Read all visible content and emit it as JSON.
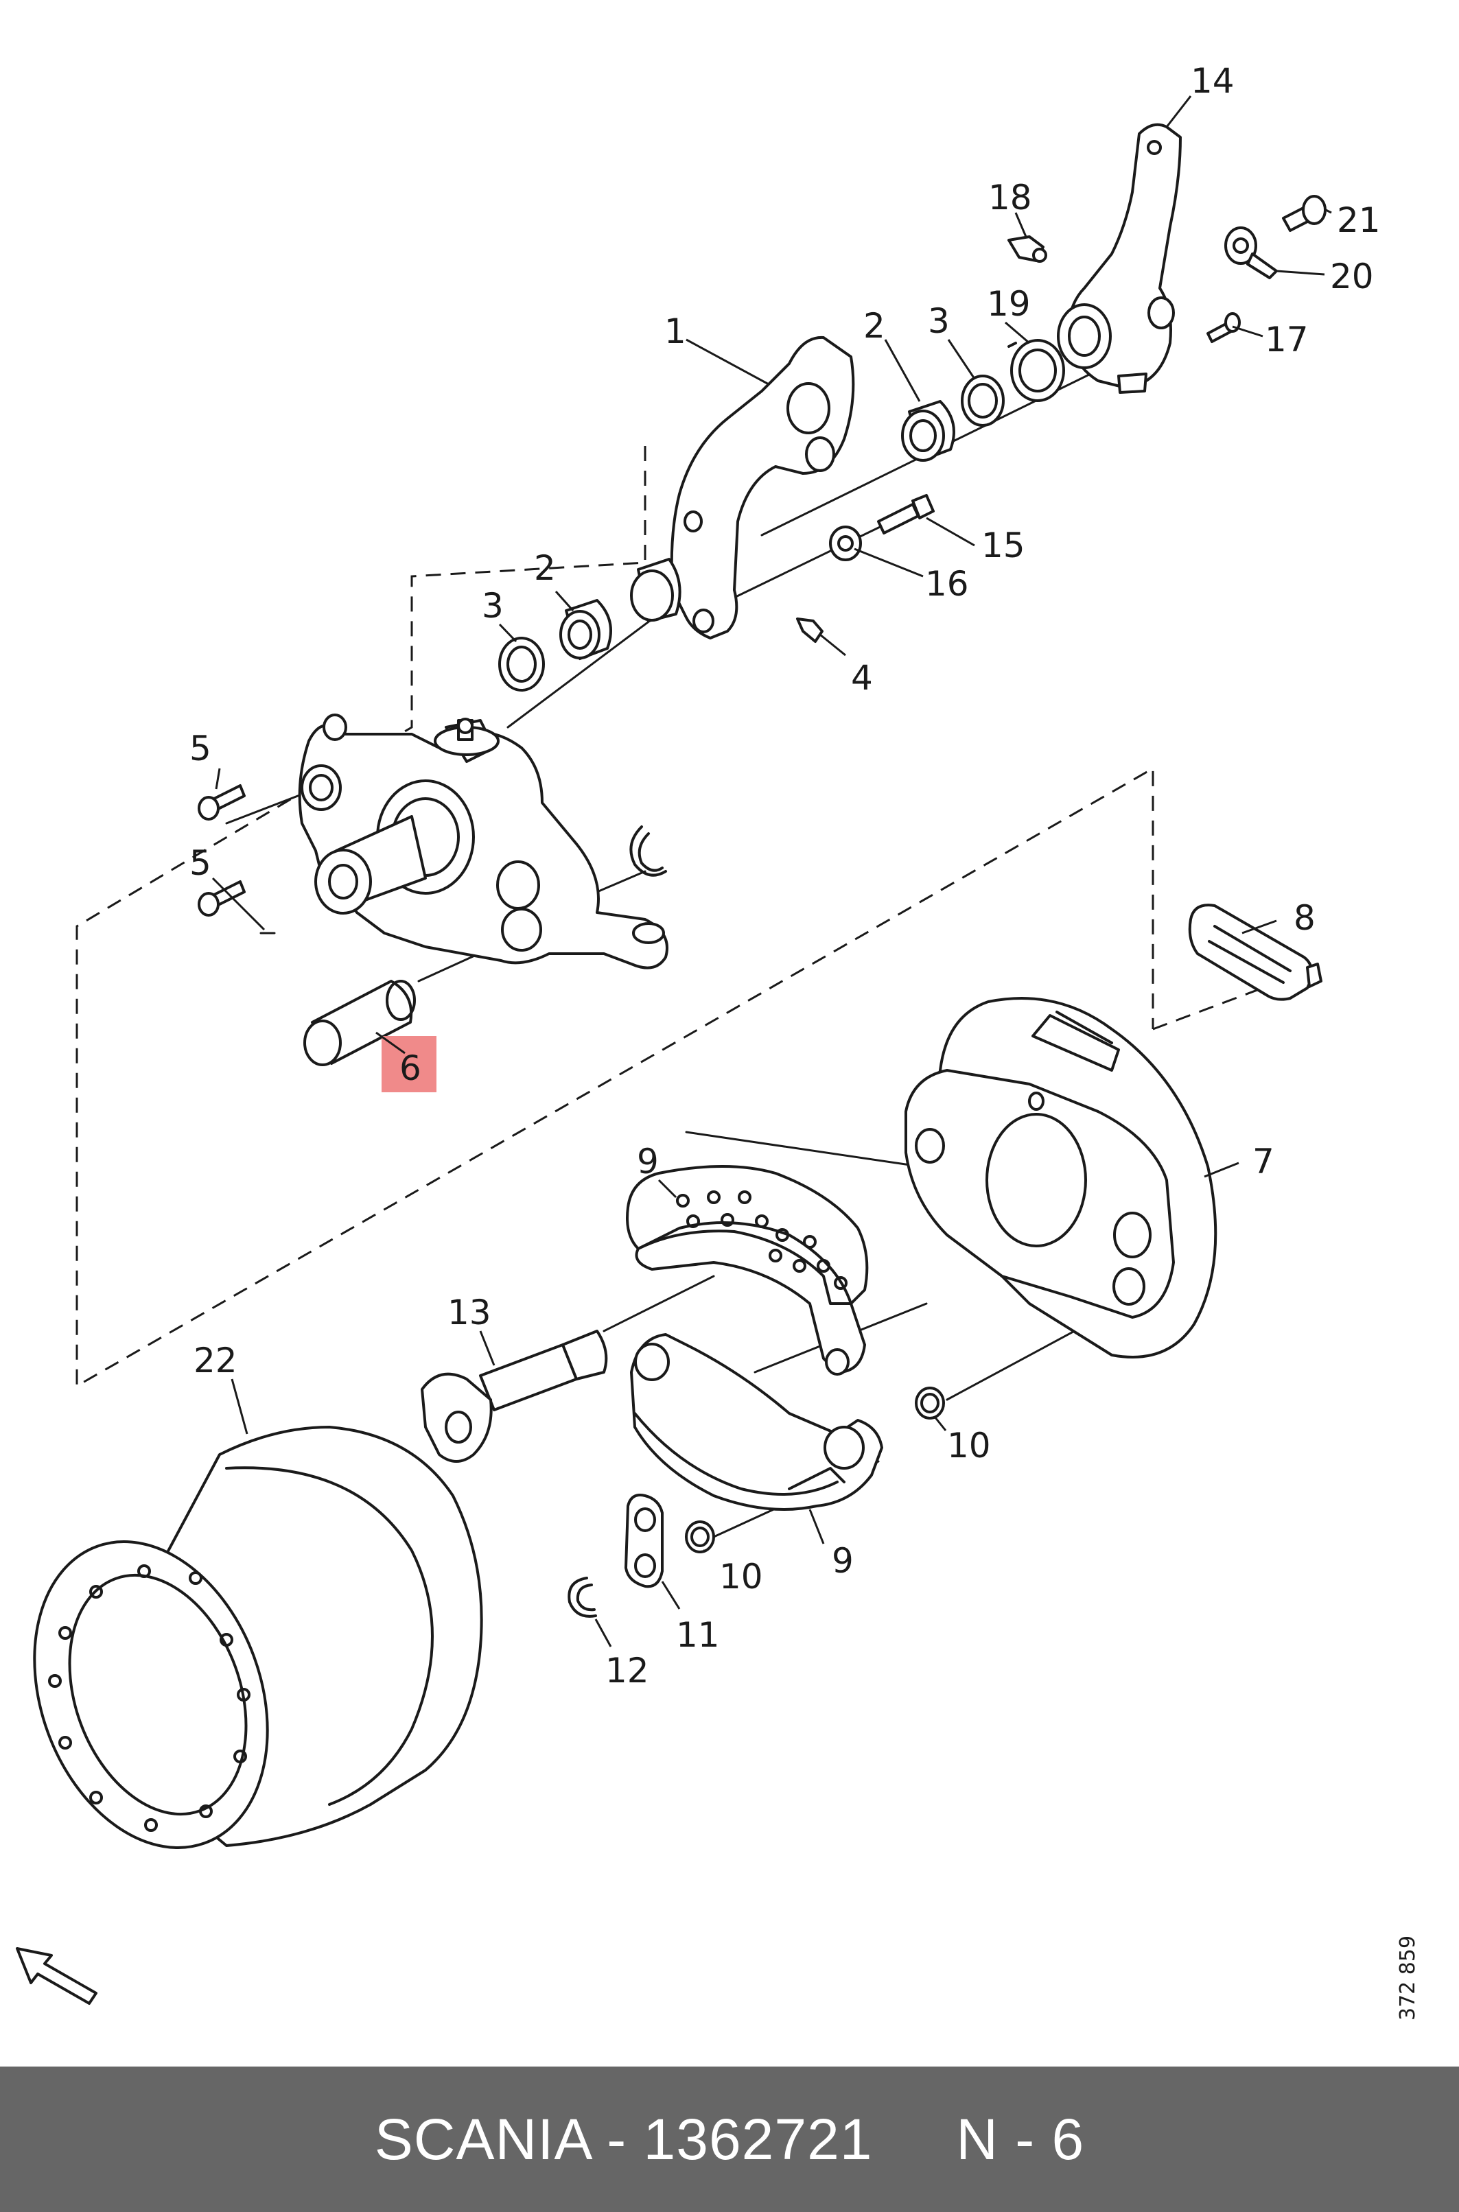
{
  "footer": {
    "text": "SCANIA - 1362721     N - 6"
  },
  "drawing_code": "372 859",
  "highlight": {
    "label": "6",
    "color": "#f08a8a"
  },
  "callouts": [
    "1",
    "2",
    "3",
    "2",
    "3",
    "4",
    "5",
    "5",
    "6",
    "7",
    "8",
    "9",
    "9",
    "10",
    "10",
    "11",
    "12",
    "13",
    "14",
    "15",
    "16",
    "17",
    "18",
    "19",
    "20",
    "21",
    "22"
  ]
}
